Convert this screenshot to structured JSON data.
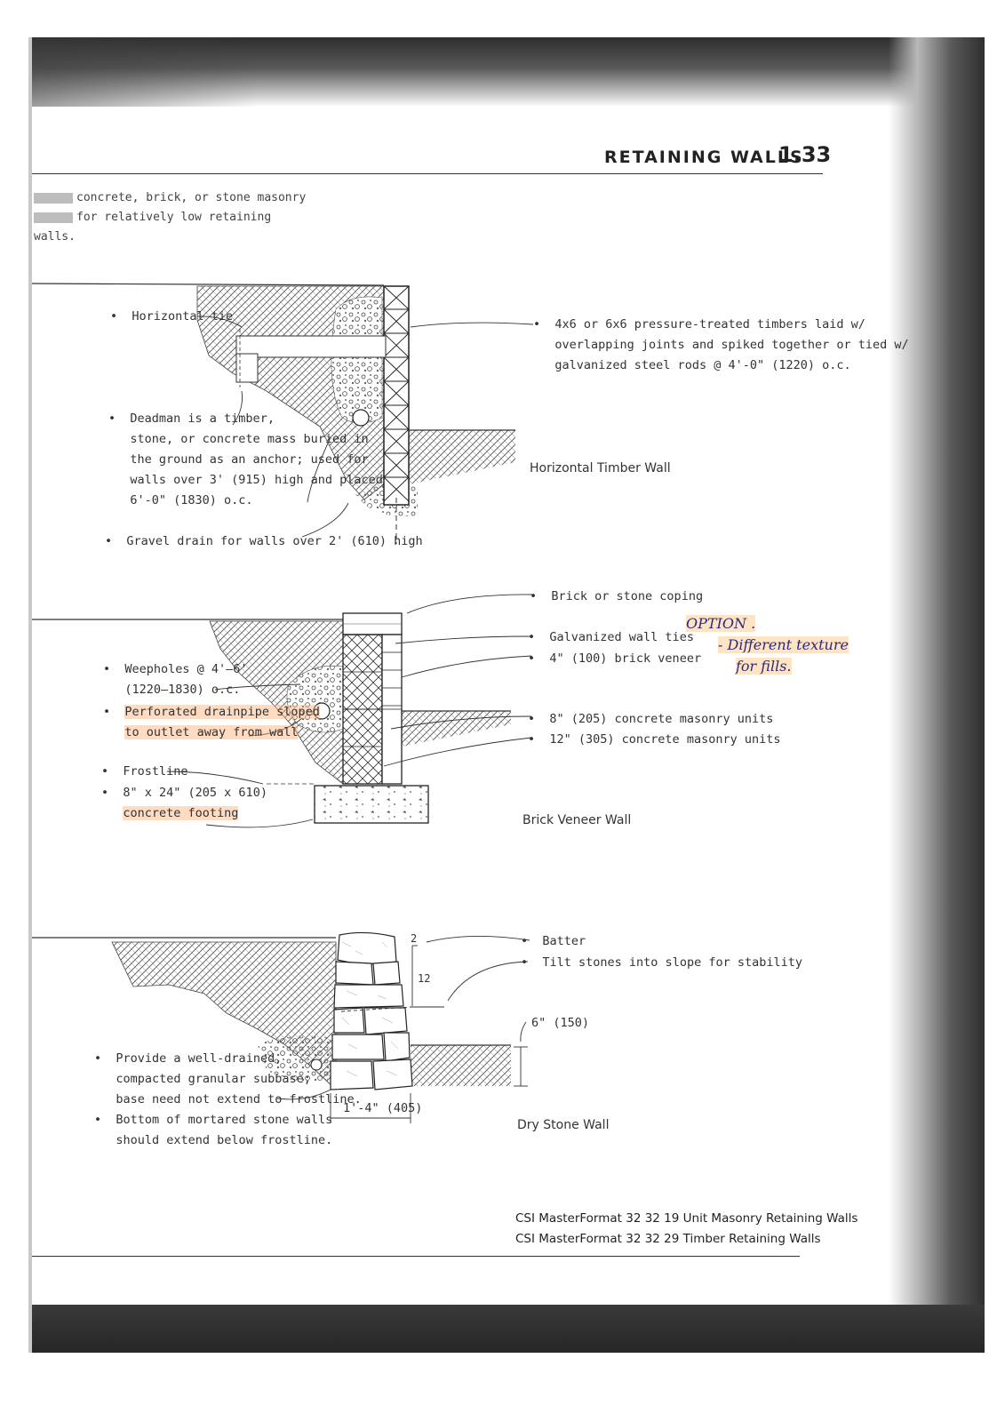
{
  "header": {
    "title": "RETAINING WALLS",
    "page_number": "1.33"
  },
  "intro": {
    "line1": "concrete, brick, or stone masonry",
    "line2": "for relatively low retaining walls."
  },
  "timber_wall": {
    "caption": "Horizontal Timber Wall",
    "labels": {
      "horizontal_tie": "Horizontal tie",
      "timbers": [
        "4x6 or 6x6 pressure-treated timbers laid w/",
        "overlapping joints and spiked together or tied w/",
        "galvanized steel rods @ 4'-0\" (1220) o.c."
      ],
      "deadman": [
        "Deadman is a timber,",
        "stone, or concrete mass buried in",
        "the ground as an anchor; used for",
        "walls over 3' (915) high and placed",
        "6'-0\" (1830) o.c."
      ],
      "gravel_drain": "Gravel drain for walls over 2' (610) high"
    }
  },
  "brick_wall": {
    "caption": "Brick Veneer Wall",
    "labels": {
      "coping": "Brick or stone coping",
      "wall_ties": "Galvanized wall ties",
      "veneer": "4\" (100) brick veneer",
      "cmu8": "8\" (205) concrete masonry units",
      "cmu12": "12\" (305) concrete masonry units",
      "weepholes": [
        "Weepholes @ 4'–6'",
        "(1220–1830) o.c."
      ],
      "drainpipe": [
        "Perforated drainpipe sloped",
        "to outlet away from wall"
      ],
      "frostline": "Frostline",
      "footing": [
        "8\" x 24\" (205 x 610)",
        "concrete footing"
      ]
    }
  },
  "stone_wall": {
    "caption": "Dry Stone Wall",
    "labels": {
      "batter": "Batter",
      "tilt": "Tilt stones into slope for stability",
      "depth": "6\" (150)",
      "width": "1'-4\" (405)",
      "ratio_top": "2",
      "ratio_side": "12",
      "subbase": [
        "Provide a well-drained,",
        "compacted granular subbase;",
        "base need not extend to frostline."
      ],
      "mortared": [
        "Bottom of mortared stone walls",
        "should extend below frostline."
      ]
    }
  },
  "handwritten_note": {
    "line1": "OPTION .",
    "line2": "- Different texture",
    "line3": "for fills."
  },
  "footer": {
    "csi1": "CSI MasterFormat 32 32 19 Unit Masonry Retaining Walls",
    "csi2": "CSI MasterFormat  32 32 29 Timber Retaining Walls"
  },
  "colors": {
    "ink": "#333333",
    "highlight": "#ffb078",
    "pen": "#2c2a7a"
  }
}
